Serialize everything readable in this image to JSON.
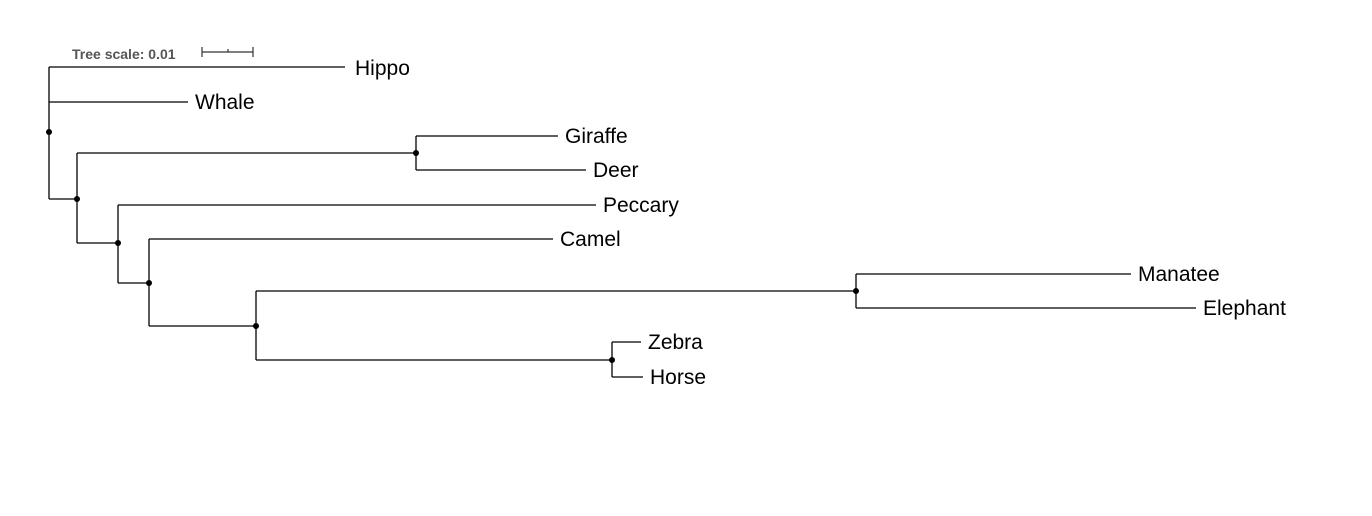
{
  "tree_scale": {
    "label": "Tree scale: 0.01"
  },
  "leaves": [
    "Hippo",
    "Whale",
    "Giraffe",
    "Deer",
    "Peccary",
    "Camel",
    "Manatee",
    "Elephant",
    "Zebra",
    "Horse"
  ],
  "colors": {
    "branch": "#000000",
    "scale": "#555555"
  }
}
